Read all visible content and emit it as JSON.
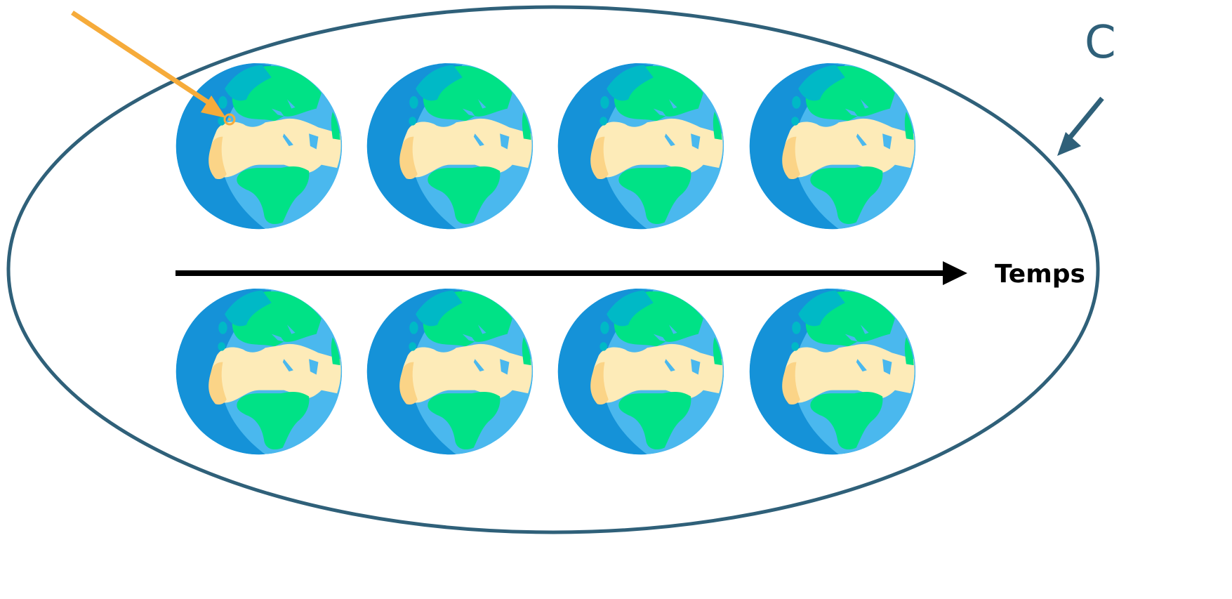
{
  "diagram": {
    "axis_label": "Temps",
    "clipped_letter": "C",
    "rows": [
      {
        "globes": [
          "globe",
          "globe",
          "globe",
          "globe"
        ]
      },
      {
        "globes": [
          "globe",
          "globe",
          "globe",
          "globe"
        ]
      }
    ],
    "colors": {
      "ellipse": "#2f6079",
      "pointer_arrow": "#f6ab3a",
      "ocean_dark": "#1592d8",
      "ocean_light": "#4ab8ee",
      "land_green": "#00e286",
      "land_teal": "#00b9c6",
      "land_sand": "#fdebb8",
      "land_sand_dark": "#fbd487",
      "timeline": "#000000"
    }
  }
}
